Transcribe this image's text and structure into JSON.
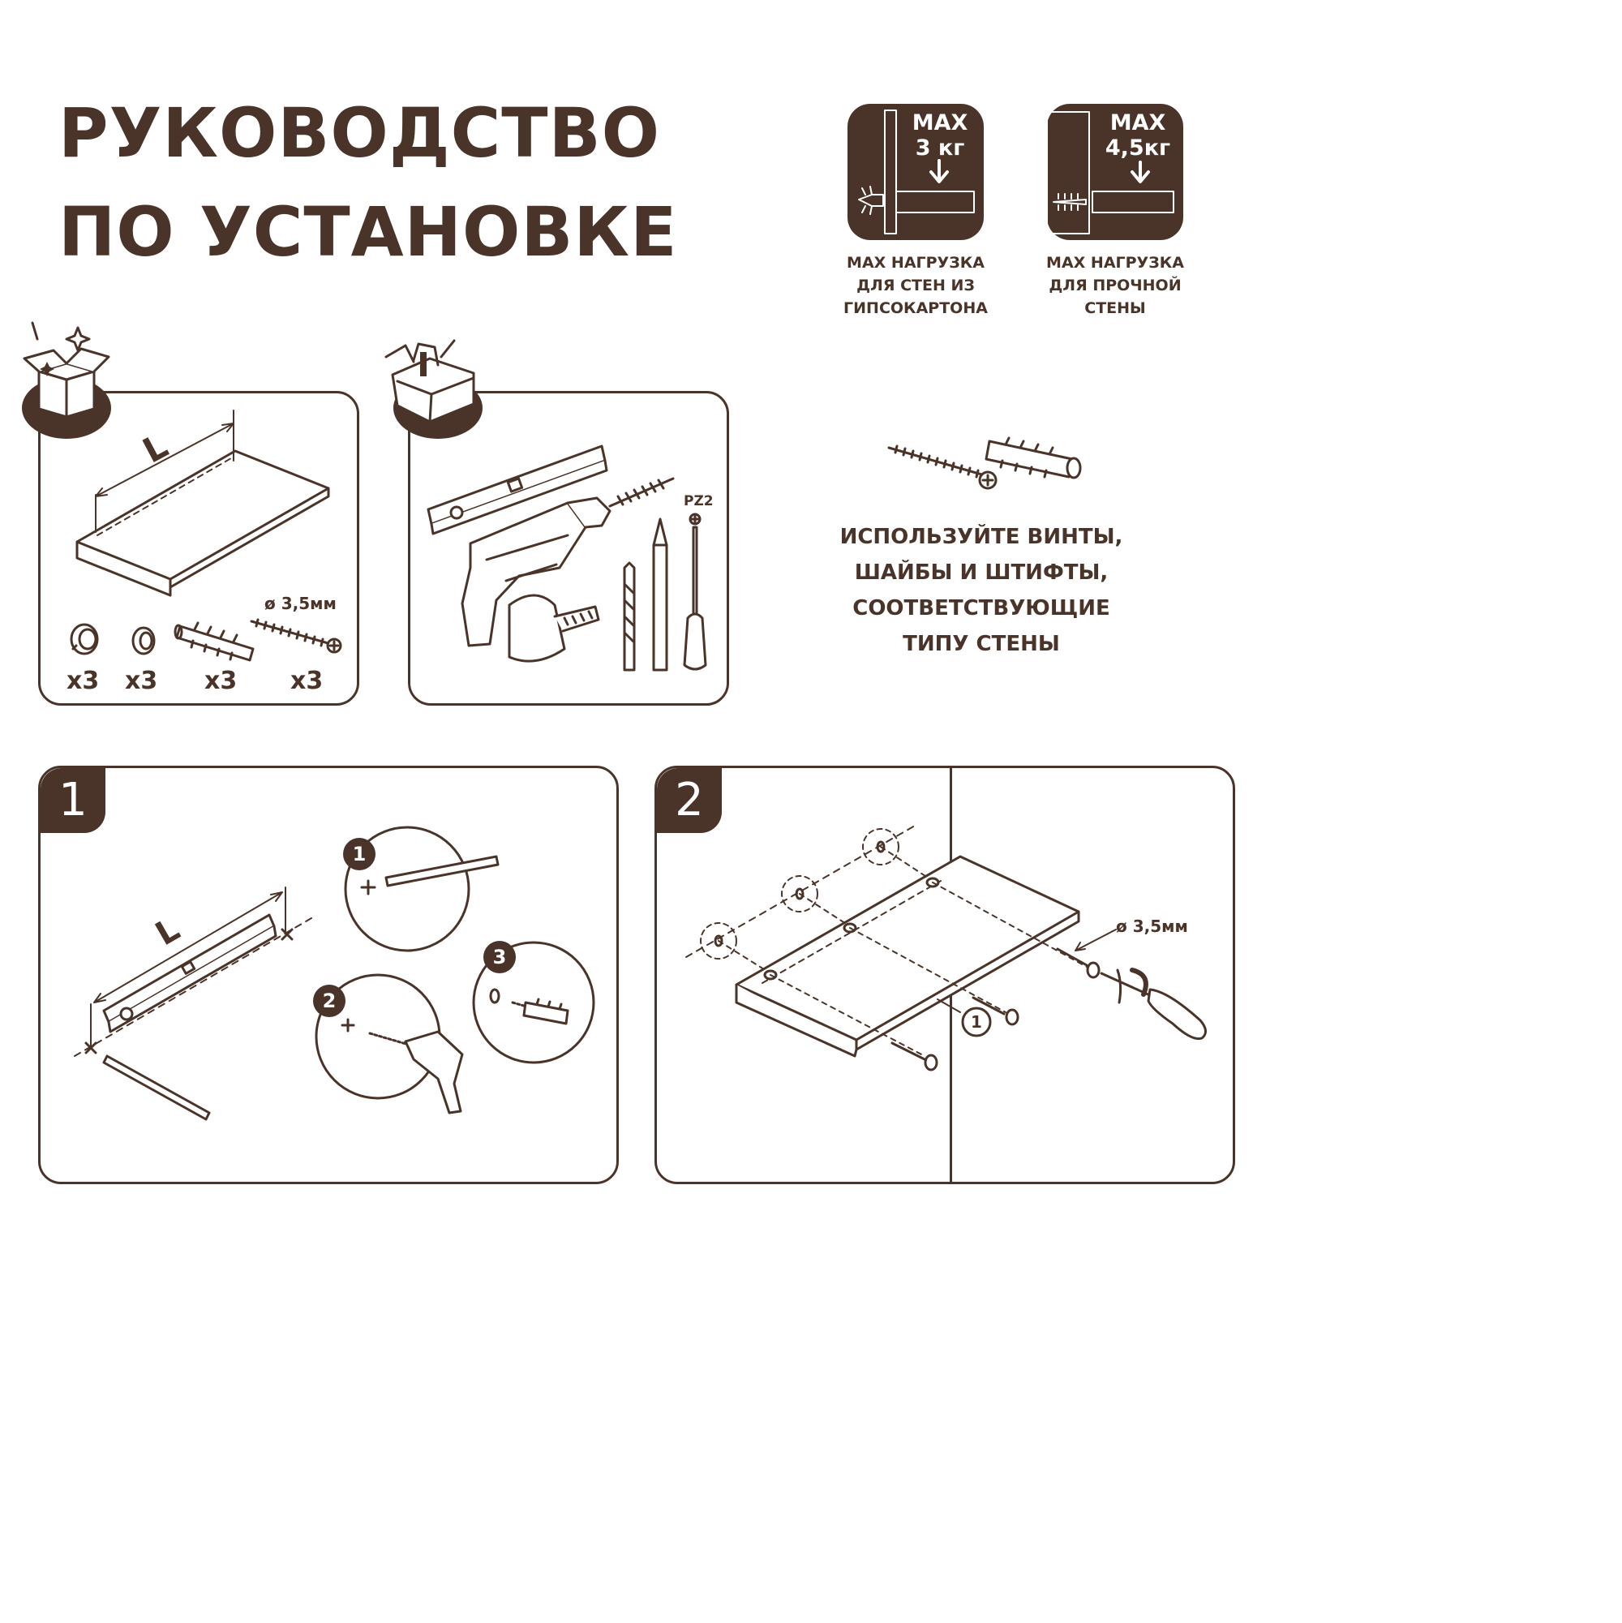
{
  "title": {
    "line1": "РУКОВОДСТВО",
    "line2": "ПО УСТАНОВКЕ"
  },
  "load_badges": [
    {
      "line1": "MAX",
      "line2": "3 кг",
      "caption": [
        "MAX НАГРУЗКА",
        "ДЛЯ СТЕН ИЗ",
        "ГИПСОКАРТОНА"
      ]
    },
    {
      "line1": "MAX",
      "line2": "4,5кг",
      "caption": [
        "MAX НАГРУЗКА",
        "ДЛЯ ПРОЧНОЙ",
        "СТЕНЫ"
      ]
    }
  ],
  "kit": {
    "length_label": "L",
    "screw_diameter": "ø 3,5мм",
    "items": [
      {
        "icon": "cap-icon",
        "qty": "x3"
      },
      {
        "icon": "washer-icon",
        "qty": "x3"
      },
      {
        "icon": "dowel-icon",
        "qty": "x3"
      },
      {
        "icon": "screw-icon",
        "qty": "x3"
      }
    ]
  },
  "tools": {
    "screwdriver_label": "PZ2"
  },
  "note": [
    "ИСПОЛЬЗУЙТЕ ВИНТЫ,",
    "ШАЙБЫ И ШТИФТЫ,",
    "СООТВЕТСТВУЮЩИЕ",
    "ТИПУ СТЕНЫ"
  ],
  "steps": [
    {
      "number": "1",
      "length_label": "L",
      "substeps": [
        "1",
        "2",
        "3"
      ]
    },
    {
      "number": "2",
      "screw_diameter": "ø 3,5мм",
      "callout": "1"
    }
  ],
  "colors": {
    "ink": "#4a3429",
    "paper": "#ffffff"
  }
}
